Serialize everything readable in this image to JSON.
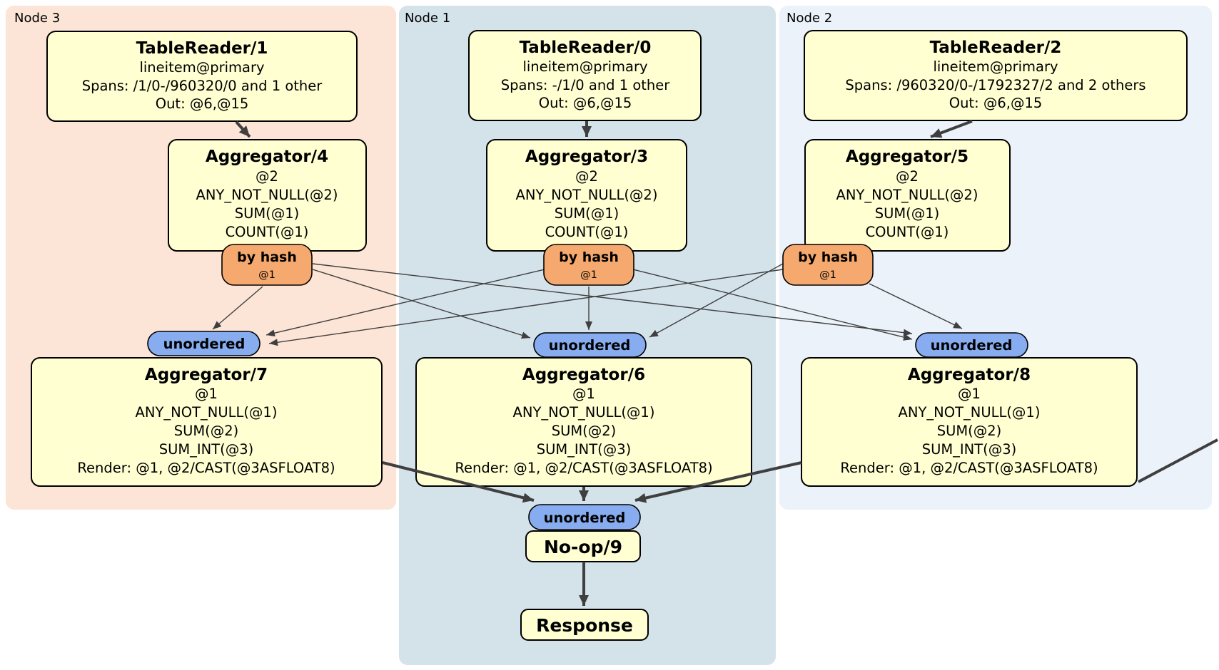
{
  "regions": {
    "node3": {
      "label": "Node 3"
    },
    "node1": {
      "label": "Node 1"
    },
    "node2": {
      "label": "Node 2"
    }
  },
  "processors": {
    "tr1": {
      "title": "TableReader/1",
      "details": [
        "lineitem@primary",
        "Spans: /1/0-/960320/0 and 1 other",
        "Out: @6,@15"
      ]
    },
    "tr0": {
      "title": "TableReader/0",
      "details": [
        "lineitem@primary",
        "Spans: -/1/0 and 1 other",
        "Out: @6,@15"
      ]
    },
    "tr2": {
      "title": "TableReader/2",
      "details": [
        "lineitem@primary",
        "Spans: /960320/0-/1792327/2 and 2 others",
        "Out: @6,@15"
      ]
    },
    "agg4": {
      "title": "Aggregator/4",
      "details": [
        "@2",
        "ANY_NOT_NULL(@2)",
        "SUM(@1)",
        "COUNT(@1)"
      ]
    },
    "agg3": {
      "title": "Aggregator/3",
      "details": [
        "@2",
        "ANY_NOT_NULL(@2)",
        "SUM(@1)",
        "COUNT(@1)"
      ]
    },
    "agg5": {
      "title": "Aggregator/5",
      "details": [
        "@2",
        "ANY_NOT_NULL(@2)",
        "SUM(@1)",
        "COUNT(@1)"
      ]
    },
    "agg7": {
      "title": "Aggregator/7",
      "details": [
        "@1",
        "ANY_NOT_NULL(@1)",
        "SUM(@2)",
        "SUM_INT(@3)",
        "Render: @1, @2/CAST(@3ASFLOAT8)"
      ]
    },
    "agg6": {
      "title": "Aggregator/6",
      "details": [
        "@1",
        "ANY_NOT_NULL(@1)",
        "SUM(@2)",
        "SUM_INT(@3)",
        "Render: @1, @2/CAST(@3ASFLOAT8)"
      ]
    },
    "agg8": {
      "title": "Aggregator/8",
      "details": [
        "@1",
        "ANY_NOT_NULL(@1)",
        "SUM(@2)",
        "SUM_INT(@3)",
        "Render: @1, @2/CAST(@3ASFLOAT8)"
      ]
    },
    "noop": {
      "title": "No-op/9"
    },
    "response": {
      "title": "Response"
    }
  },
  "routers": {
    "hash4": {
      "label": "by hash",
      "column": "@1"
    },
    "hash3": {
      "label": "by hash",
      "column": "@1"
    },
    "hash5": {
      "label": "by hash",
      "column": "@1"
    }
  },
  "syncs": {
    "left": {
      "label": "unordered"
    },
    "middle": {
      "label": "unordered"
    },
    "right": {
      "label": "unordered"
    },
    "final": {
      "label": "unordered"
    }
  },
  "colors": {
    "node3_bg": "#fce4d6",
    "node1_bg": "#d4e2ea",
    "node2_bg": "#ecf2f9",
    "processor_fill": "#ffffd2",
    "router_fill": "#f6a96e",
    "sync_fill": "#87adf0",
    "edge": "#3f3f3f"
  }
}
